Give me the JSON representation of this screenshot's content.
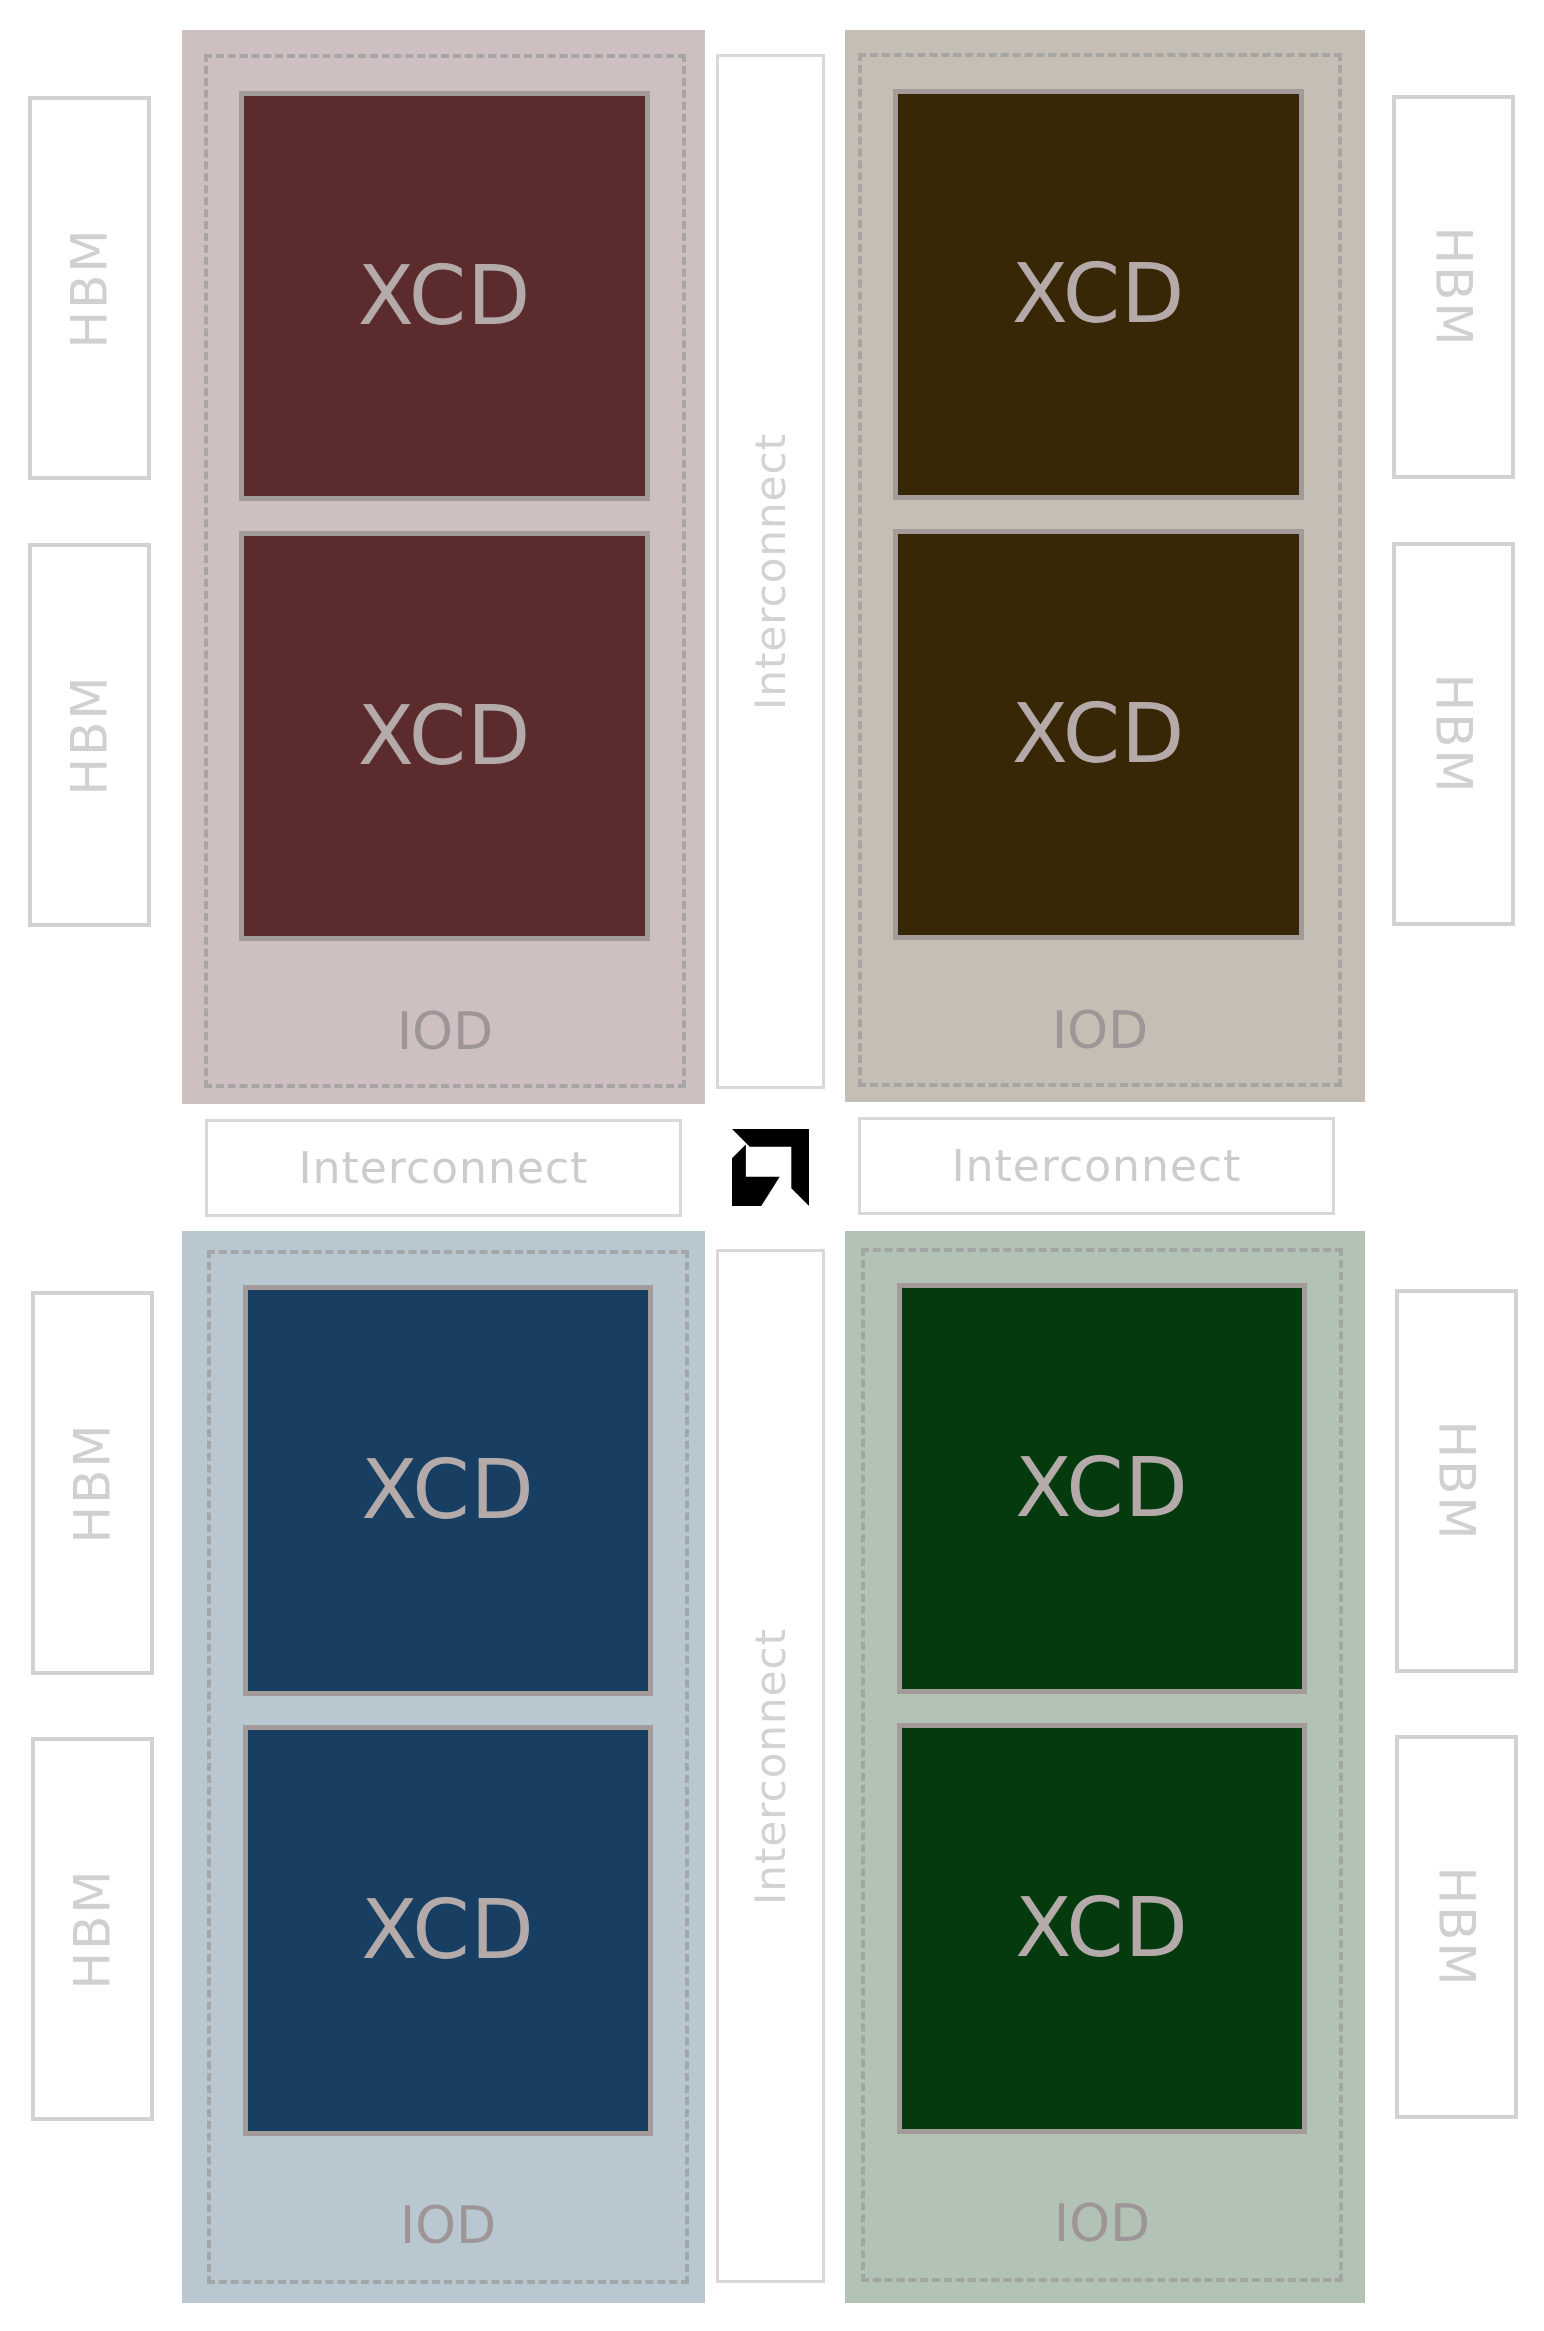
{
  "quadrants": {
    "top_left": {
      "xcd_top": "XCD",
      "xcd_bottom": "XCD",
      "iod": "IOD",
      "bg": "#cebfc0",
      "xcd_color": "#5c2b2e"
    },
    "top_right": {
      "xcd_top": "XCD",
      "xcd_bottom": "XCD",
      "iod": "IOD",
      "bg": "#c4beb4",
      "xcd_color": "#372706"
    },
    "bottom_left": {
      "xcd_top": "XCD",
      "xcd_bottom": "XCD",
      "iod": "IOD",
      "bg": "#b9c7d1",
      "xcd_color": "#183f61"
    },
    "bottom_right": {
      "xcd_top": "XCD",
      "xcd_bottom": "XCD",
      "iod": "IOD",
      "bg": "#b2c3b5",
      "xcd_color": "#053a0f"
    }
  },
  "hbm": {
    "left_top_1": "HBM",
    "left_top_2": "HBM",
    "right_top_1": "HBM",
    "right_top_2": "HBM",
    "left_bottom_1": "HBM",
    "left_bottom_2": "HBM",
    "right_bottom_1": "HBM",
    "right_bottom_2": "HBM"
  },
  "interconnect": {
    "vertical_top": "Interconnect",
    "vertical_bottom": "Interconnect",
    "horizontal_left": "Interconnect",
    "horizontal_right": "Interconnect"
  },
  "logo": {
    "icon": "amd-logo-icon"
  }
}
